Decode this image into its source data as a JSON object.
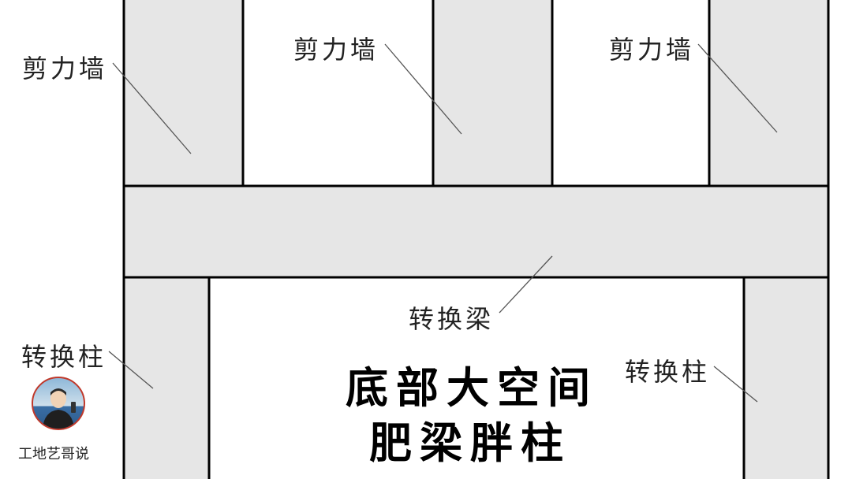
{
  "labels": {
    "shear_wall_left": "剪力墙",
    "shear_wall_mid": "剪力墙",
    "shear_wall_right": "剪力墙",
    "transfer_beam": "转换梁",
    "transfer_column_left": "转换柱",
    "transfer_column_right": "转换柱"
  },
  "title": {
    "line1": "底部大空间",
    "line2": "肥梁胖柱"
  },
  "author": "工地艺哥说",
  "colors": {
    "fill": "#e6e6e6",
    "stroke": "#000000",
    "leader": "#555555",
    "avatar_border": "#c0392b"
  }
}
